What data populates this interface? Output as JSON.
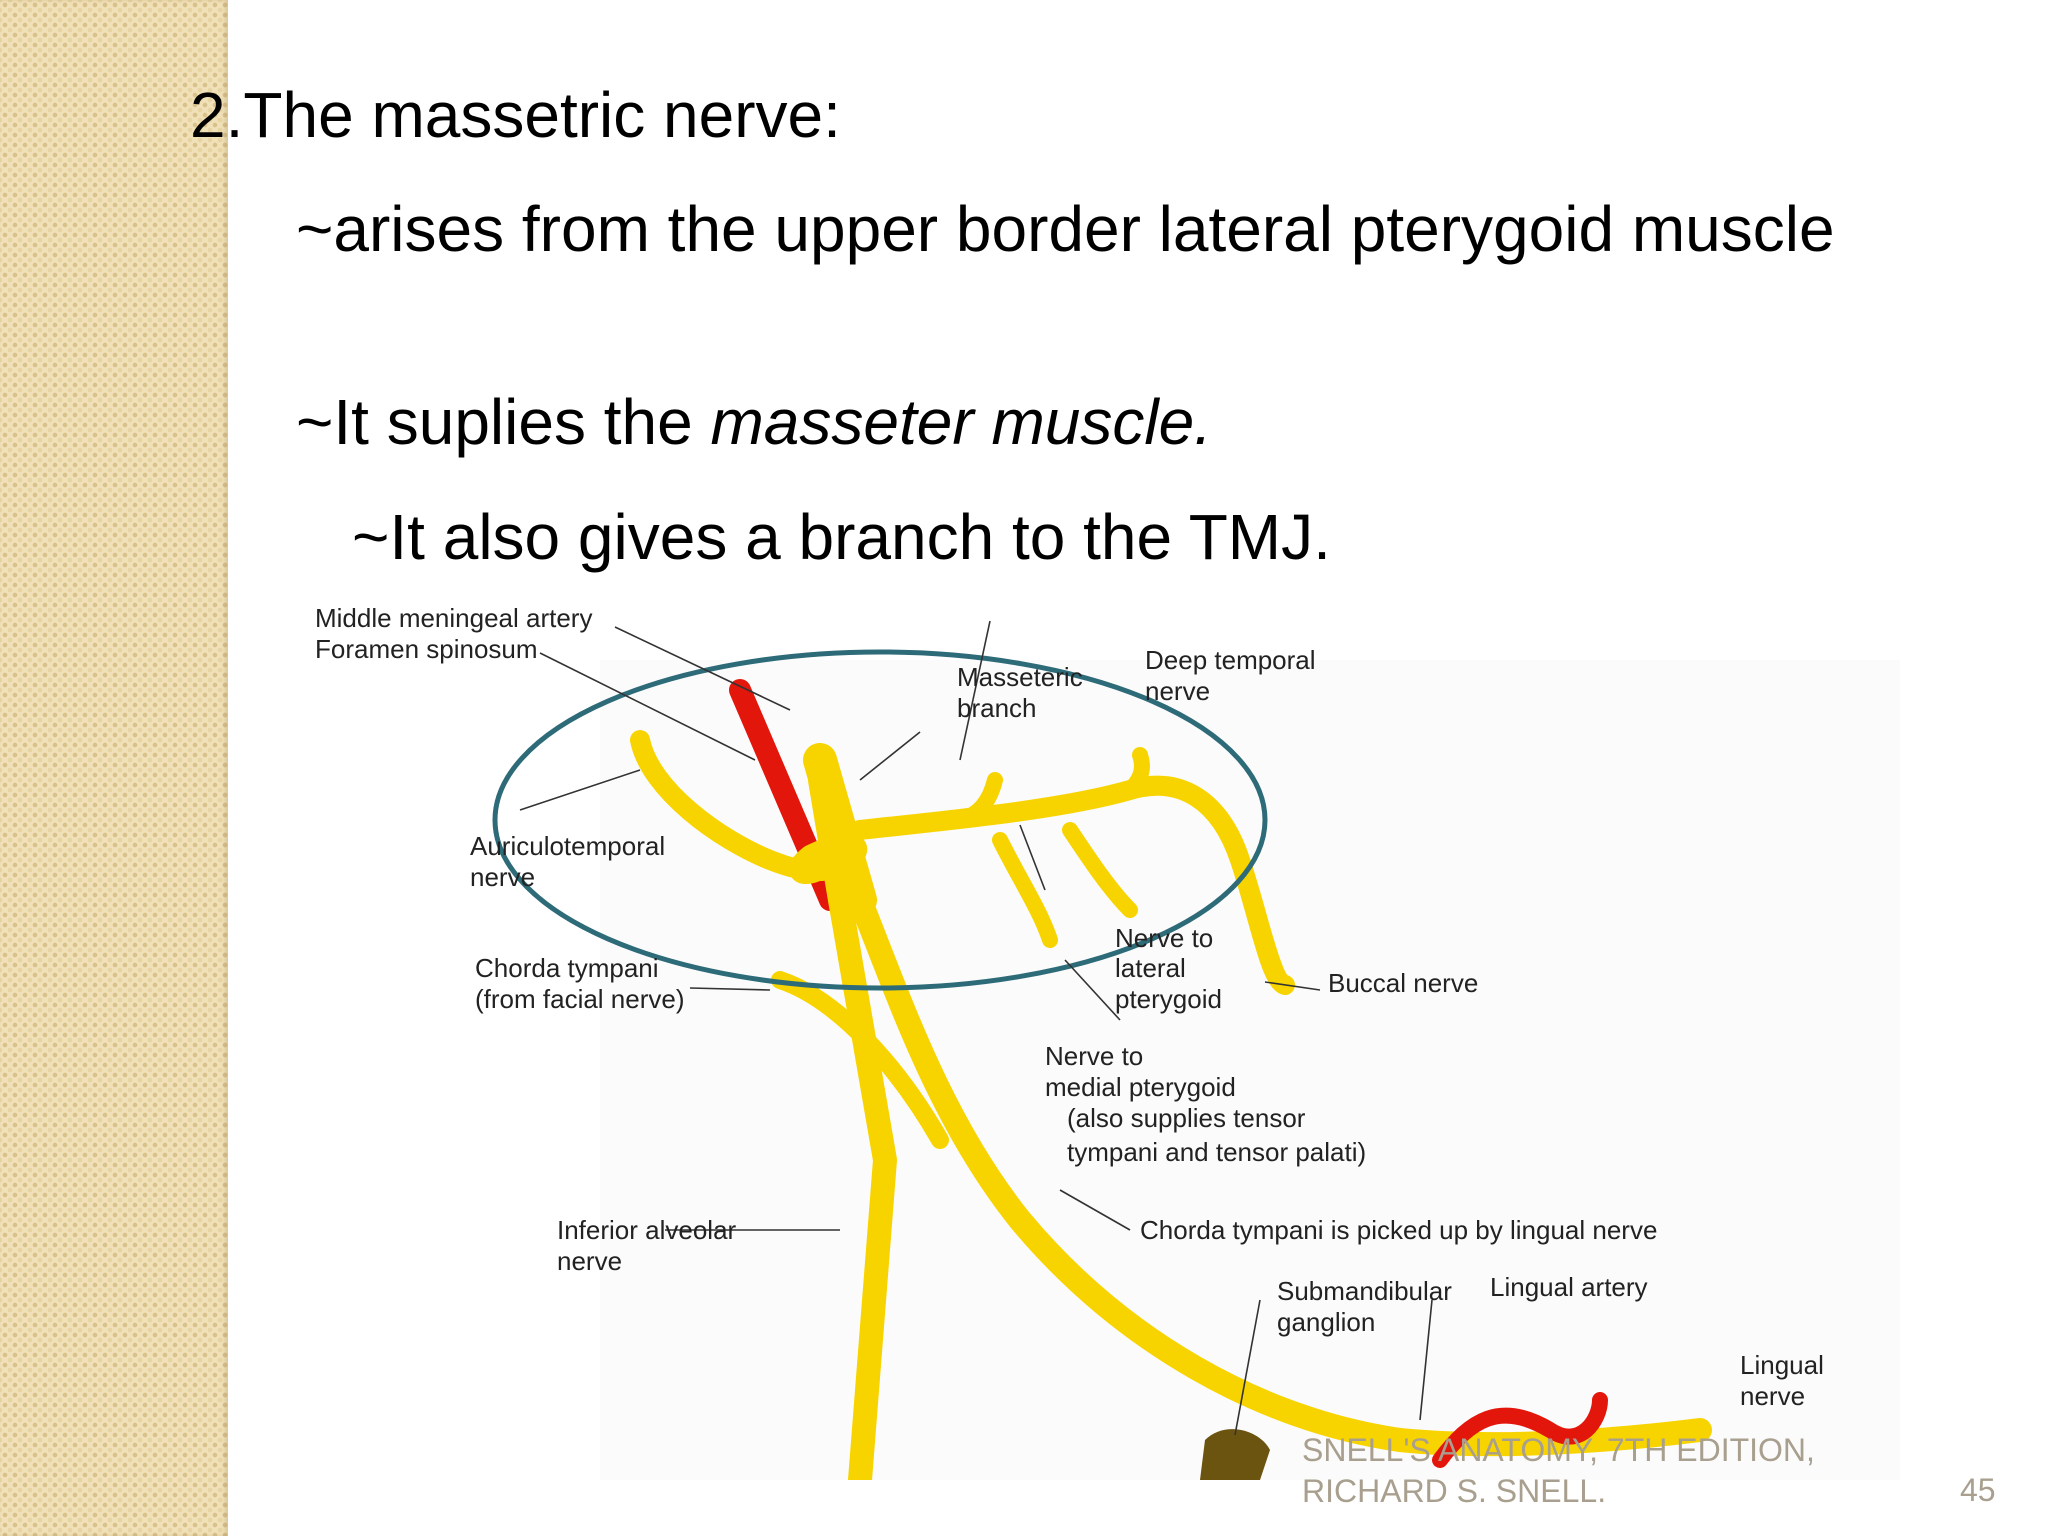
{
  "slide": {
    "heading": "2.The massetric nerve:",
    "line1": "~arises  from the upper border lateral pterygoid muscle",
    "line2_prefix": "~It suplies  the ",
    "line2_emphasis": "masseter muscle.",
    "line3": "~It also gives a branch to the TMJ."
  },
  "diagram": {
    "labels": {
      "middle_meningeal": "Middle meningeal artery",
      "foramen_spinosum": "Foramen spinosum",
      "masseteric_1": "Masseteric",
      "masseteric_2": "branch",
      "deep_temporal_1": "Deep temporal",
      "deep_temporal_2": "nerve",
      "auriculotemporal_1": "Auriculotemporal",
      "auriculotemporal_2": "nerve",
      "chorda_tympani_1": "Chorda tympani",
      "chorda_tympani_2": "(from facial nerve)",
      "nerve_lat_pter_1": "Nerve to",
      "nerve_lat_pter_2": "lateral",
      "nerve_lat_pter_3": "pterygoid",
      "buccal": "Buccal nerve",
      "nerve_med_pter_1": "Nerve to",
      "nerve_med_pter_2": "medial pterygoid",
      "nerve_med_pter_3": "(also supplies tensor",
      "nerve_med_pter_4": "tympani and tensor palati)",
      "inferior_alveolar_1": "Inferior alveolar",
      "inferior_alveolar_2": "nerve",
      "chorda_picked_up": "Chorda tympani is picked up by lingual nerve",
      "submandibular_1": "Submandibular",
      "submandibular_2": "ganglion",
      "lingual_artery": "Lingual artery",
      "lingual_nerve_1": "Lingual",
      "lingual_nerve_2": "nerve"
    },
    "colors": {
      "nerve": "#f7d400",
      "artery": "#e3160b",
      "ganglion": "#6b5410",
      "ellipse": "#2e6b78"
    }
  },
  "footer": {
    "source_line1": "SNELL'S ANATOMY, 7TH EDITION,",
    "source_line2": "RICHARD S. SNELL.",
    "page_number": "45"
  }
}
